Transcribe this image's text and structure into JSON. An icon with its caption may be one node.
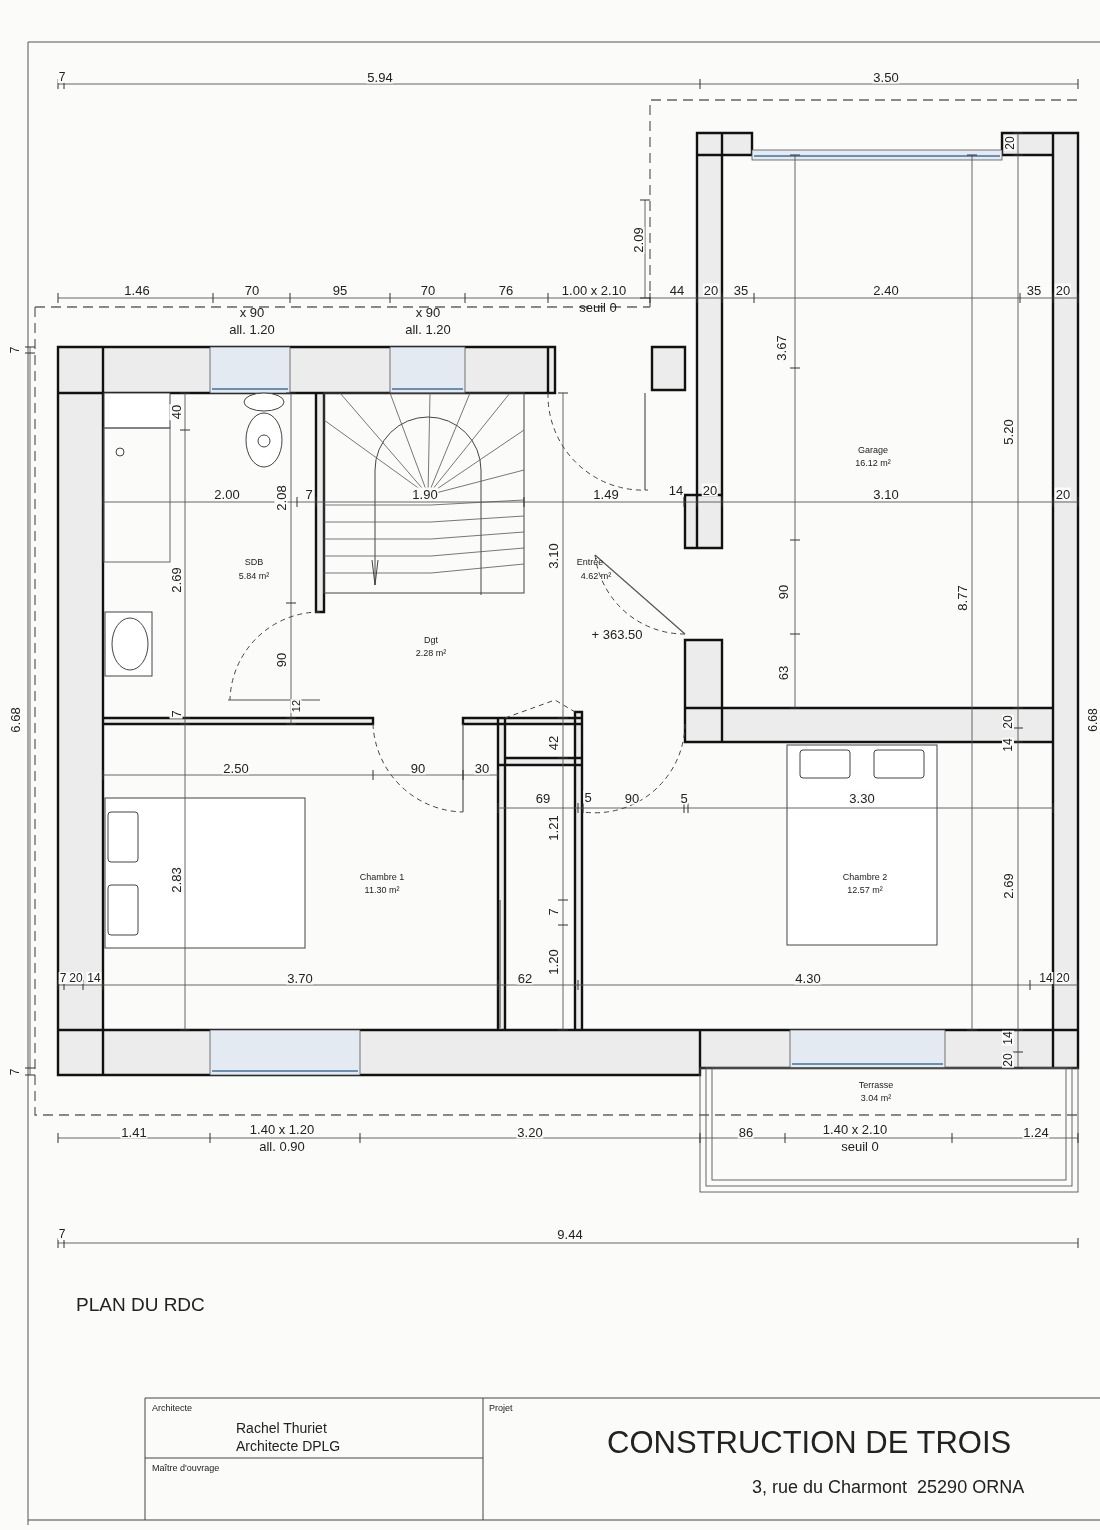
{
  "diagram": {
    "title": "PLAN DU RDC",
    "labels": [
      "7",
      "5.94",
      "3.50",
      "1.46",
      "70",
      "x 90",
      "all. 1.20",
      "95",
      "70",
      "x 90",
      "all. 1.20",
      "76",
      "1.00 x 2.10",
      "seuil 0",
      "2.09",
      "20",
      "44",
      "20",
      "35",
      "2.40",
      "35",
      "20",
      "7",
      "3.67",
      "40",
      "5.20",
      "Garage",
      "16.12 m²",
      "2.00",
      "2.08",
      "7",
      "1.90",
      "1.49",
      "14",
      "20",
      "3.10",
      "20",
      "3.10",
      "SDB",
      "5.84 m²",
      "Entrée",
      "4.62 m²",
      "2.69",
      "90",
      "8.77",
      "+ 363.50",
      "Dgt",
      "2.28 m²",
      "90",
      "63",
      "6.68",
      "7",
      "12",
      "14",
      "20",
      "42",
      "6.68",
      "2.50",
      "90",
      "30",
      "69",
      "5",
      "90",
      "5",
      "3.30",
      "1.21",
      "2.83",
      "Chambre 1",
      "11.30 m²",
      "Chambre 2",
      "12.57 m²",
      "2.69",
      "7",
      "1.20",
      "7",
      "20",
      "14",
      "3.70",
      "62",
      "4.30",
      "14",
      "20",
      "20",
      "14",
      "7",
      "Terrasse",
      "3.04 m²",
      "1.41",
      "1.40 x 1.20",
      "all. 0.90",
      "3.20",
      "86",
      "1.40 x 2.10",
      "seuil 0",
      "1.24",
      "7",
      "9.44",
      "Architecte",
      "Rachel Thuriet",
      "Architecte DPLG",
      "Maître d'ouvrage",
      "Projet",
      "CONSTRUCTION DE TROIS",
      "3, rue du Charmont  25290 ORNA"
    ]
  }
}
